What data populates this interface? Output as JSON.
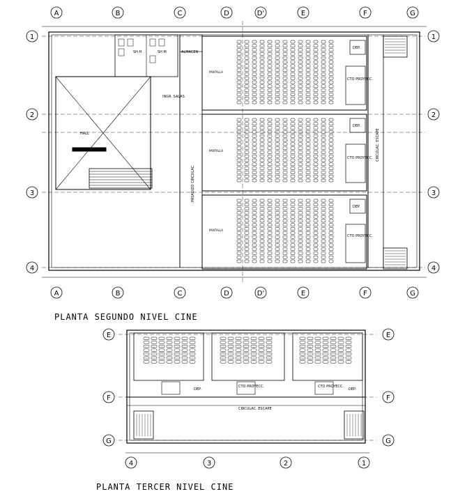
{
  "titles": {
    "second_level": "PLANTA SEGUNDO NIVEL CINE",
    "third_level": "PLANTA TERCER NIVEL CINE"
  },
  "grid": {
    "columns": [
      "A",
      "B",
      "C",
      "D",
      "D'",
      "E",
      "F",
      "G"
    ],
    "rows": [
      "1",
      "2",
      "3",
      "4"
    ],
    "third_rows": [
      "E",
      "F",
      "G"
    ],
    "third_cols": [
      "4",
      "3",
      "2",
      "1"
    ]
  },
  "rooms": {
    "hall": "HALL",
    "almacen": "ALMACEN",
    "ingr_salas": "INGR. SALAS",
    "pasadizo": "PASADIZO CIRCULAC.",
    "circulac_escape": "CIRCULAC. ESCAPE",
    "sh_h": "SH H",
    "sh_m": "SH M",
    "pantalla": "PANTALLA",
    "dep": "DEP.",
    "cto_proyecc": "CTO PROYECC."
  }
}
